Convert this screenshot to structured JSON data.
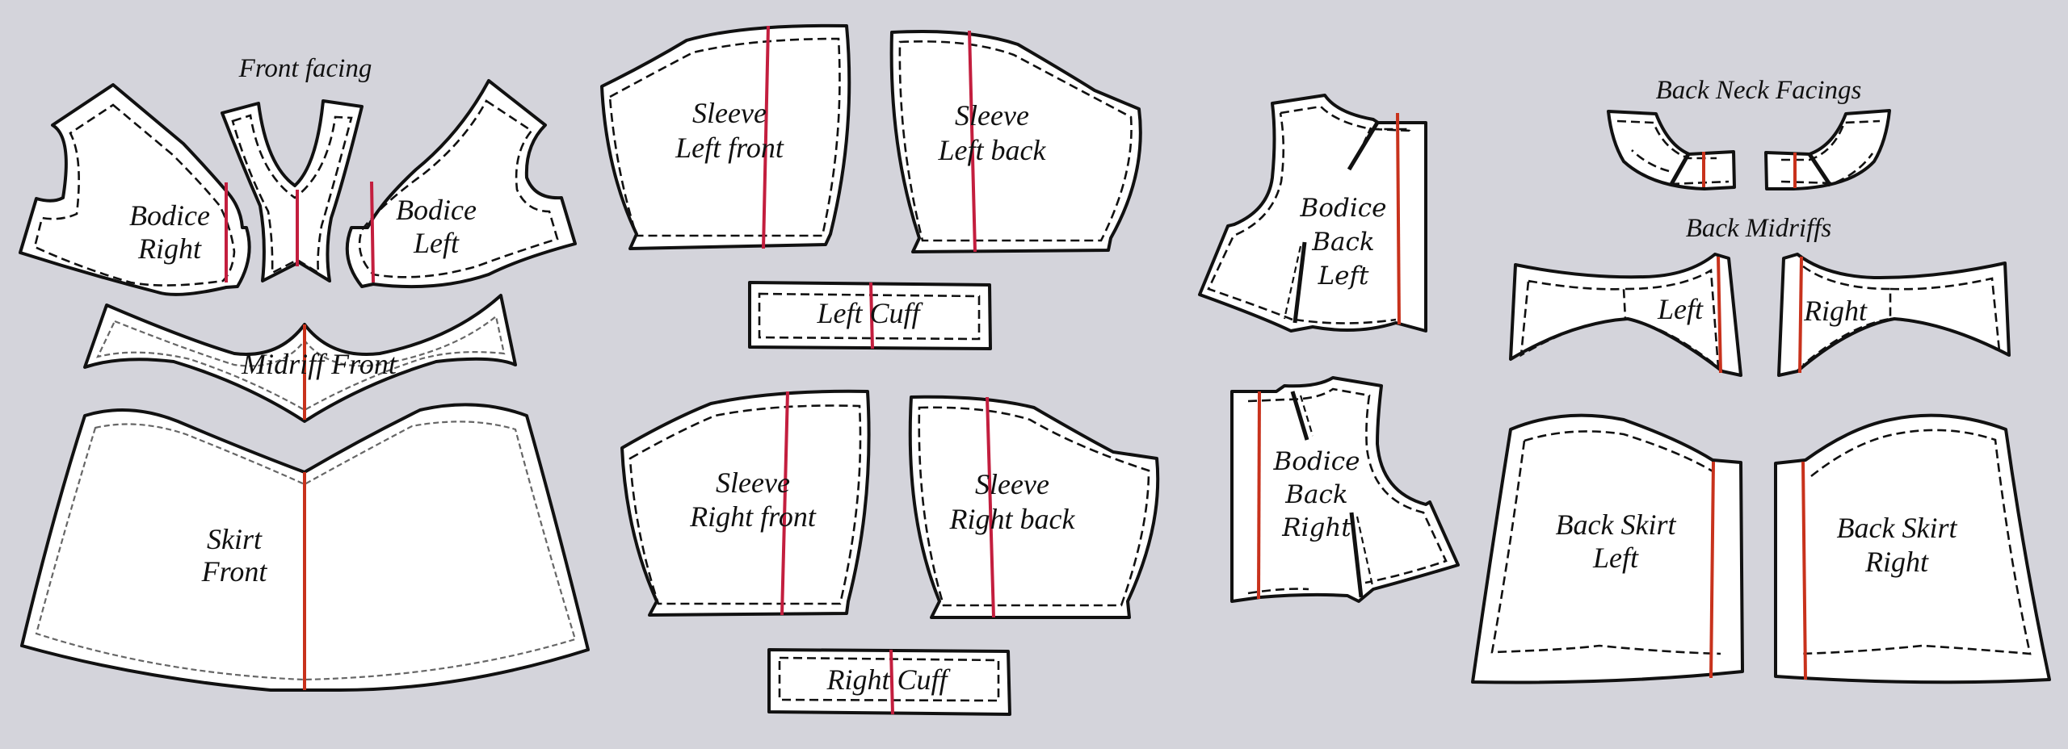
{
  "diagram": {
    "type": "sewing-pattern-layout",
    "colors": {
      "background": "#d4d4db",
      "piece_fill": "#ffffff",
      "outline": "#111111",
      "grainline_crimson": "#c31e3e",
      "grainline_orange": "#c8321c"
    },
    "group_titles": {
      "front_facing": "Front facing",
      "back_neck_facings": "Back Neck Facings",
      "back_midriffs": "Back Midriffs"
    },
    "pieces": {
      "bodice_right": {
        "line1": "Bodice",
        "line2": "Right"
      },
      "bodice_left": {
        "line1": "Bodice",
        "line2": "Left"
      },
      "midriff_front": {
        "line1": "Midriff Front"
      },
      "skirt_front": {
        "line1": "Skirt",
        "line2": "Front"
      },
      "sleeve_left_front": {
        "line1": "Sleeve",
        "line2": "Left front"
      },
      "sleeve_left_back": {
        "line1": "Sleeve",
        "line2": "Left back"
      },
      "left_cuff": {
        "line1": "Left Cuff"
      },
      "sleeve_right_front": {
        "line1": "Sleeve",
        "line2": "Right front"
      },
      "sleeve_right_back": {
        "line1": "Sleeve",
        "line2": "Right back"
      },
      "right_cuff": {
        "line1": "Right Cuff"
      },
      "bodice_back_left": {
        "line1": "Bodice",
        "line2": "Back",
        "line3": "Left"
      },
      "bodice_back_right": {
        "line1": "Bodice",
        "line2": "Back",
        "line3": "Right"
      },
      "back_midriff_left": {
        "line1": "Left"
      },
      "back_midriff_right": {
        "line1": "Right"
      },
      "back_skirt_left": {
        "line1": "Back Skirt",
        "line2": "Left"
      },
      "back_skirt_right": {
        "line1": "Back Skirt",
        "line2": "Right"
      }
    }
  }
}
